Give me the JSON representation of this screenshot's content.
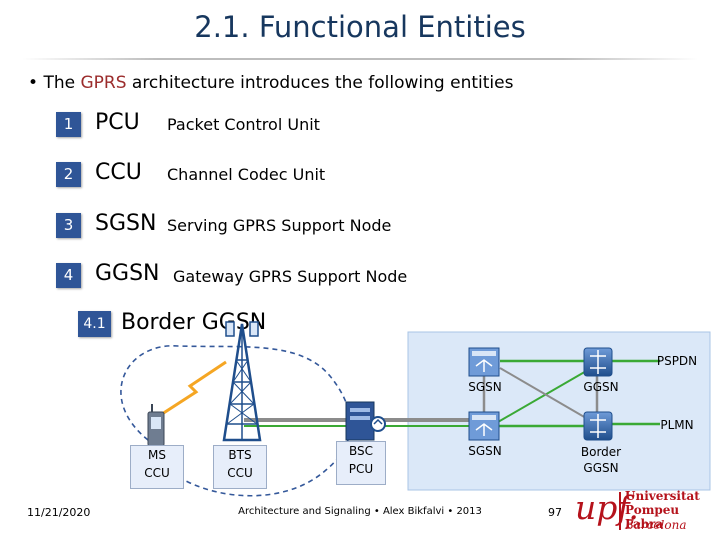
{
  "title": "2.1. Functional Entities",
  "intro": {
    "bullet": "•",
    "before": "The ",
    "highlight": "GPRS",
    "after": " architecture introduces the following entities"
  },
  "entities": [
    {
      "num": "1",
      "abbr": "PCU",
      "desc": "Packet Control Unit"
    },
    {
      "num": "2",
      "abbr": "CCU",
      "desc": "Channel Codec Unit"
    },
    {
      "num": "3",
      "abbr": "SGSN",
      "desc": "Serving GPRS Support Node"
    },
    {
      "num": "4",
      "abbr": "GGSN",
      "desc": "Gateway GPRS Support Node"
    }
  ],
  "sub_entity": {
    "num": "4.1",
    "label": "Border GGSN"
  },
  "diagram": {
    "ms_box": [
      "MS",
      "CCU"
    ],
    "bts_box": [
      "BTS",
      "CCU"
    ],
    "bsc_box": [
      "BSC",
      "PCU"
    ],
    "sgsn_top": "SGSN",
    "ggsn_top": "GGSN",
    "sgsn_bottom": "SGSN",
    "border_ggsn": [
      "Border",
      "GGSN"
    ],
    "pspdn": "PSPDN",
    "plmn": "PLMN",
    "colors": {
      "region": "#dbe8f8",
      "green_link": "#3aa935",
      "grey_link": "#8c8c8c",
      "air_link": "#f5a623",
      "node_blue": "#1f4e8c"
    }
  },
  "footer": {
    "date": "11/21/2020",
    "center": "Architecture and Signaling • Alex Bikfalvi • 2013",
    "page": "97"
  },
  "logo": {
    "mark": "upf.",
    "line1": "Universitat",
    "line2": "Pompeu Fabra",
    "line3": "Barcelona"
  }
}
